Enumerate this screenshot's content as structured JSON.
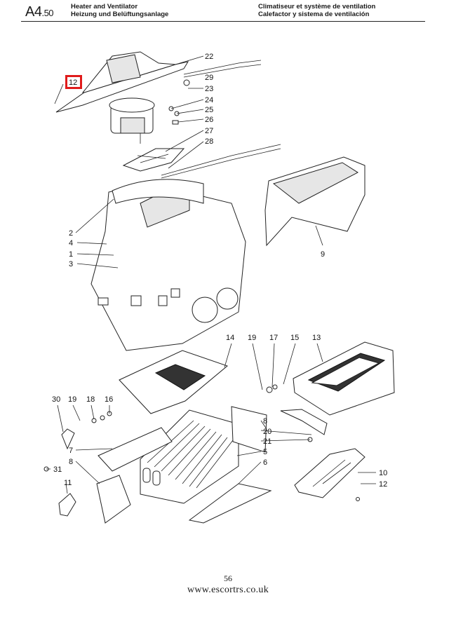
{
  "header": {
    "section_code": "A4",
    "section_sub": ".50",
    "title_en": "Heater and Ventilator",
    "title_de": "Heizung und Belüftungsanlage",
    "title_fr": "Climatiseur et système de ventilation",
    "title_es": "Calefactor y sistema de ventilación"
  },
  "callouts": [
    "22",
    "29",
    "23",
    "24",
    "25",
    "26",
    "27",
    "28",
    "2",
    "4",
    "1",
    "3",
    "9",
    "12",
    "14",
    "19",
    "17",
    "15",
    "13",
    "30",
    "19",
    "18",
    "16",
    "8",
    "20",
    "21",
    "7",
    "8",
    "5",
    "6",
    "31",
    "11",
    "10",
    "12"
  ],
  "highlight_label": "12",
  "footer": {
    "page_number": "56",
    "website": "www.escortrs.co.uk"
  },
  "colors": {
    "highlight": "#e01b1b",
    "ink": "#222222"
  }
}
